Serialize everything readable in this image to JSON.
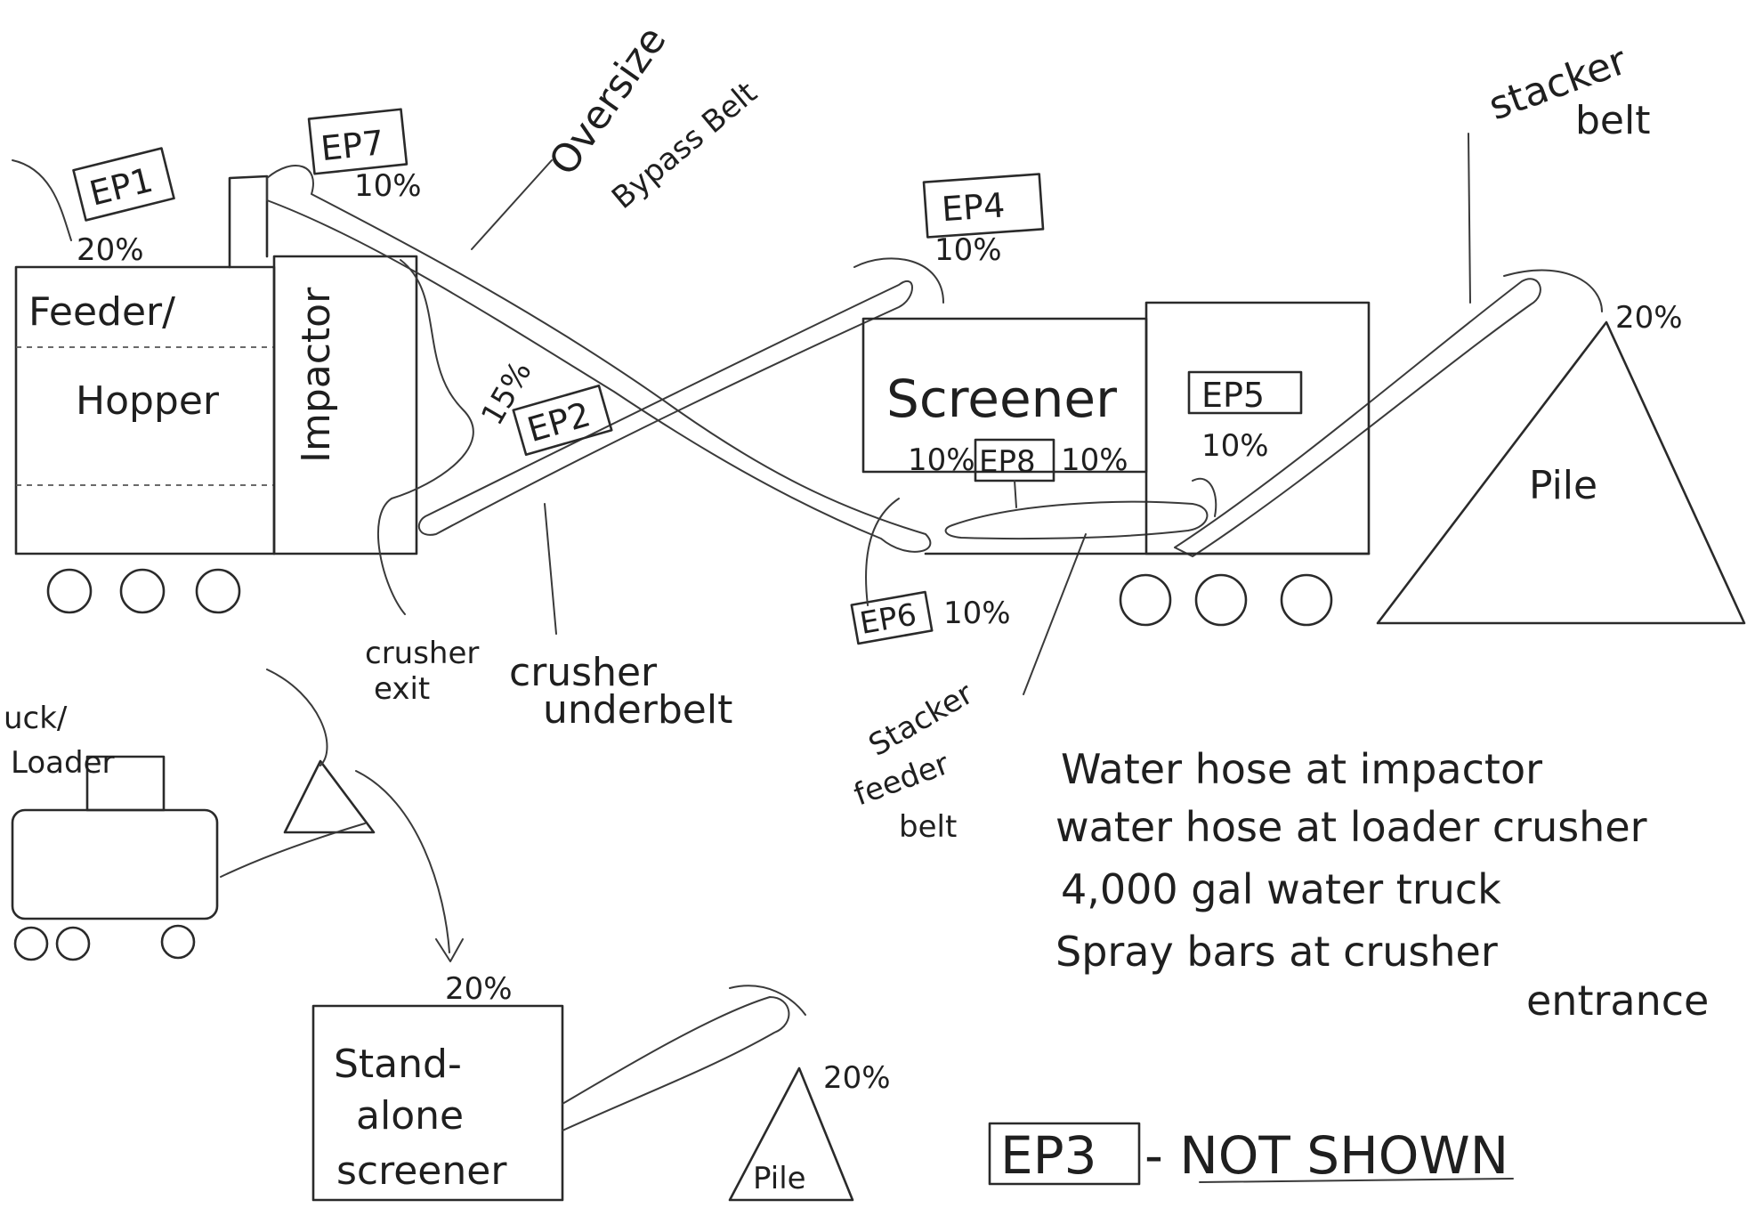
{
  "equipment": {
    "feeder_hopper_line1": "Feeder/",
    "feeder_hopper_line2": "Hopper",
    "impactor": "Impactor",
    "screener": "Screener",
    "pile_main": "Pile",
    "truck_loader_line1": "uck/",
    "truck_loader_line2": "Loader",
    "standalone_line1": "Stand-",
    "standalone_line2": "alone",
    "standalone_line3": "screener",
    "pile_small": "Pile"
  },
  "belts": {
    "oversize_line1": "Oversize",
    "oversize_line2": "Bypass Belt",
    "stacker_line1": "stacker",
    "stacker_line2": "belt",
    "crusher_exit_line1": "crusher",
    "crusher_exit_line2": "exit",
    "crusher_underbelt_line1": "crusher",
    "crusher_underbelt_line2": "underbelt",
    "stacker_feeder_line1": "Stacker",
    "stacker_feeder_line2": "feeder",
    "stacker_feeder_line3": "belt"
  },
  "emission_points": [
    {
      "id": "EP1",
      "percent": "20%"
    },
    {
      "id": "EP7",
      "percent": "10%"
    },
    {
      "id": "EP4",
      "percent": "10%"
    },
    {
      "id": "EP2",
      "percent": "15%"
    },
    {
      "id": "EP5",
      "percent": "10%"
    },
    {
      "id": "EP8",
      "percent_left": "10%",
      "percent_right": "10%"
    },
    {
      "id": "EP6",
      "percent": "10%"
    }
  ],
  "pile_percent": "20%",
  "standalone_in_percent": "20%",
  "small_pile_percent": "20%",
  "notes": [
    "Water hose at impactor",
    "water hose at loader crusher",
    "4,000 gal water truck",
    "Spray bars at crusher",
    "entrance"
  ],
  "ep3": {
    "id": "EP3",
    "text": "- NOT SHOWN"
  }
}
